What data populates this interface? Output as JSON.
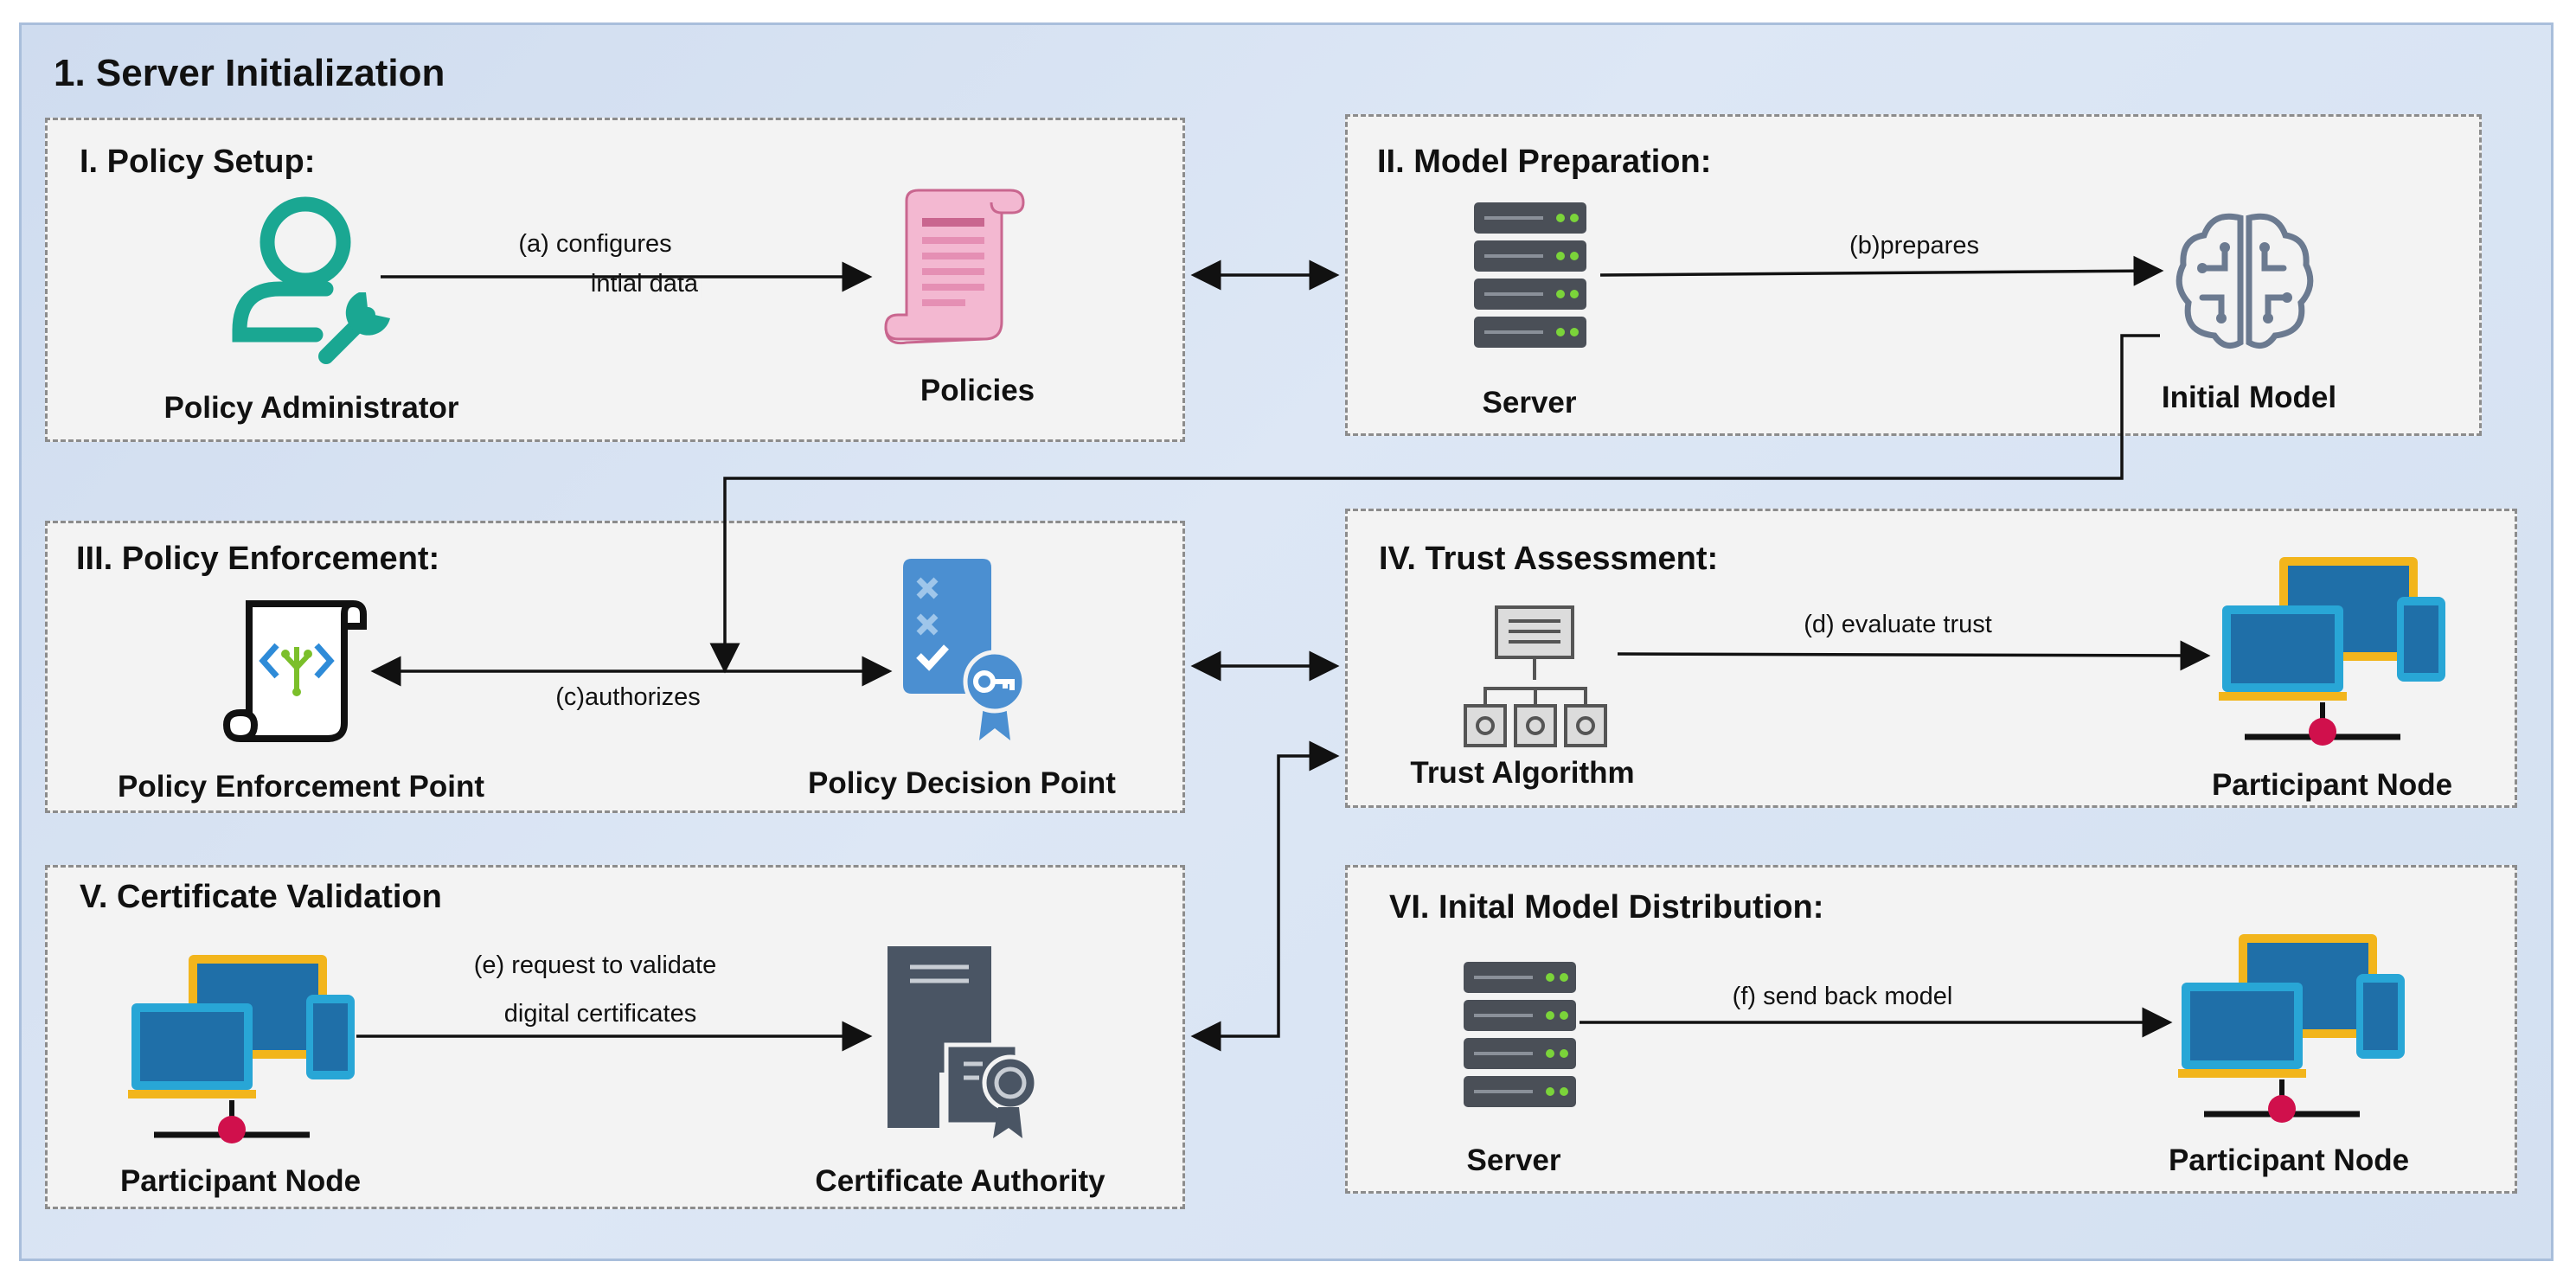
{
  "title": "1. Server Initialization",
  "panels": {
    "p1": {
      "title": "I. Policy Setup:",
      "actor": "Policy Administrator",
      "target": "Policies",
      "edge_line1": "(a) configures",
      "edge_line2": "intial data"
    },
    "p2": {
      "title": "II. Model Preparation:",
      "actor": "Server",
      "target": "Initial Model",
      "edge": "(b)prepares"
    },
    "p3": {
      "title": "III. Policy Enforcement:",
      "actor": "Policy Enforcement Point",
      "target": "Policy Decision Point",
      "edge": "(c)authorizes"
    },
    "p4": {
      "title": "IV. Trust Assessment:",
      "actor": "Trust Algorithm",
      "target": "Participant Node",
      "edge": "(d) evaluate trust"
    },
    "p5": {
      "title": "V. Certificate Validation",
      "actor": "Participant Node",
      "target": "Certificate Authority",
      "edge_line1": "(e) request to validate",
      "edge_line2": "digital certificates"
    },
    "p6": {
      "title": "VI. Inital Model Distribution:",
      "actor": "Server",
      "target": "Participant Node",
      "edge": "(f) send back model"
    }
  },
  "colors": {
    "background": "#d5e1f1",
    "panel_fill": "#f3f3f3",
    "panel_border": "#8c8c8c",
    "admin_icon": "#1aa792",
    "policies_icon": "#e58fb4",
    "server_icon": "#4a4f57",
    "server_led": "#7bd43a",
    "model_icon": "#6b7a90",
    "pdp_icon": "#4b8fd1",
    "monitor_blue": "#1f6fa8",
    "monitor_yellow": "#f2b51c",
    "node_dot": "#d0104c",
    "ca_icon": "#4a5564"
  },
  "icons": [
    "user-gear-icon",
    "scroll-document-icon",
    "server-rack-icon",
    "brain-circuit-icon",
    "policy-scroll-icon",
    "checklist-badge-icon",
    "hierarchy-algorithm-icon",
    "network-devices-icon",
    "certificate-server-icon"
  ]
}
